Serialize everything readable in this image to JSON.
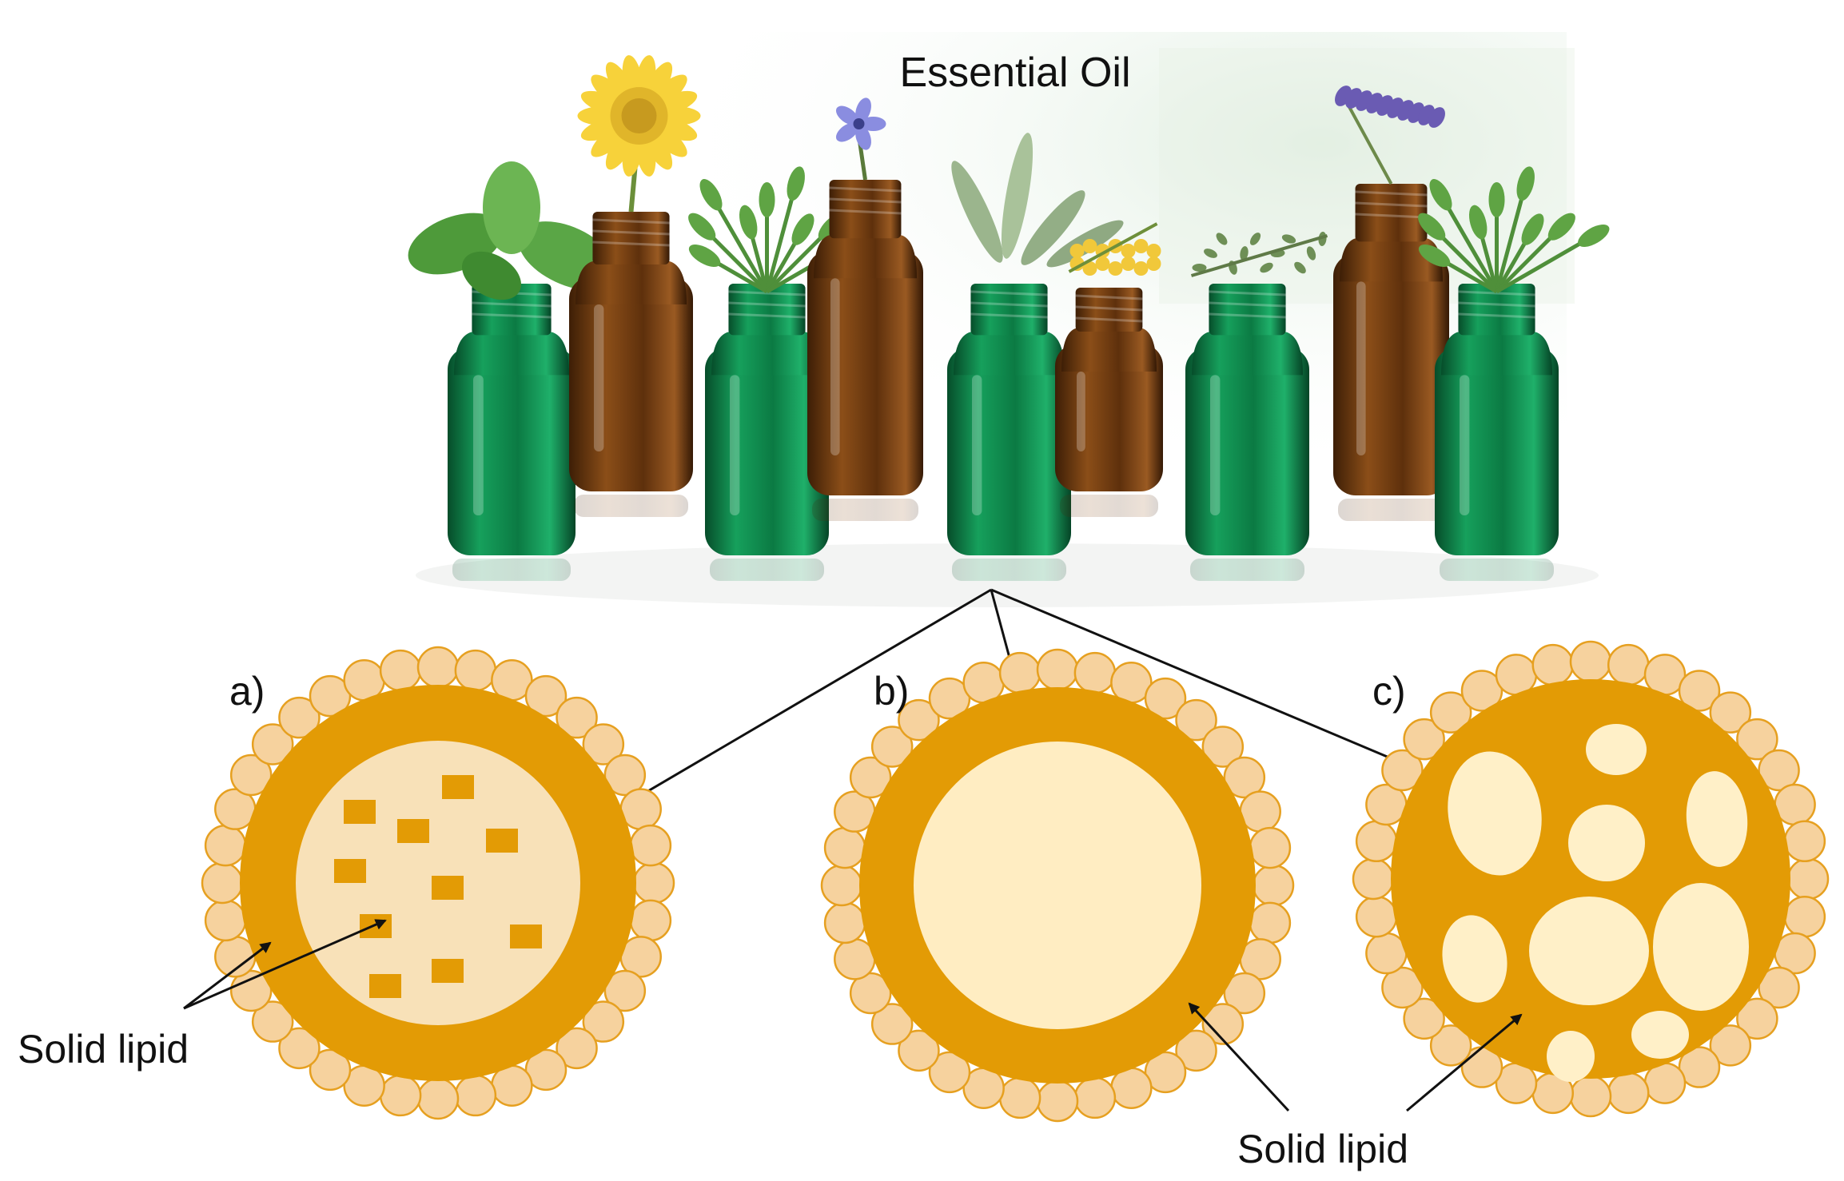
{
  "title": "Essential Oil",
  "panels": [
    {
      "letter": "a)",
      "caption": "Solid lipid"
    },
    {
      "letter": "b)",
      "caption": ""
    },
    {
      "letter": "c)",
      "caption": ""
    }
  ],
  "shared_caption": "Solid lipid",
  "colors": {
    "shell": "#E39B05",
    "core": "#F8E1B8",
    "bead": "#F6D29E",
    "bead_stroke": "#E6A020",
    "b_core": "#FFEDC2",
    "c_drop": "#FFF0C8",
    "green_glass": "#0E7A45",
    "amber_glass": "#6B3A10"
  },
  "icons": [
    "mint-leaf-icon",
    "sunflower-icon",
    "dill-icon",
    "borage-flower-icon",
    "sage-icon",
    "mimosa-icon",
    "thyme-icon",
    "lavender-icon",
    "parsley-icon"
  ]
}
